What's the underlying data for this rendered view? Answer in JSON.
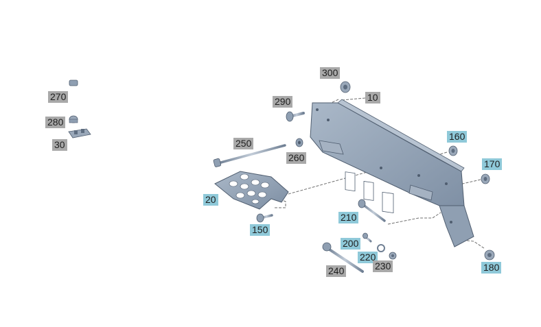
{
  "colors": {
    "gray_label": "#a9a9a9",
    "blue_label": "#8fc9d9",
    "part_fill": "#8f9fb2",
    "part_edge": "#4f5d6f",
    "leader_line": "#6e6e6e"
  },
  "callouts": [
    {
      "id": "c300",
      "text": "300",
      "style": "gray"
    },
    {
      "id": "c10",
      "text": "10",
      "style": "gray"
    },
    {
      "id": "c290",
      "text": "290",
      "style": "gray"
    },
    {
      "id": "c270",
      "text": "270",
      "style": "gray"
    },
    {
      "id": "c280",
      "text": "280",
      "style": "gray"
    },
    {
      "id": "c30",
      "text": "30",
      "style": "gray"
    },
    {
      "id": "c250",
      "text": "250",
      "style": "gray"
    },
    {
      "id": "c260",
      "text": "260",
      "style": "gray"
    },
    {
      "id": "c160",
      "text": "160",
      "style": "blue"
    },
    {
      "id": "c170",
      "text": "170",
      "style": "blue"
    },
    {
      "id": "c20",
      "text": "20",
      "style": "blue"
    },
    {
      "id": "c150",
      "text": "150",
      "style": "blue"
    },
    {
      "id": "c210",
      "text": "210",
      "style": "blue"
    },
    {
      "id": "c200",
      "text": "200",
      "style": "blue"
    },
    {
      "id": "c220",
      "text": "220",
      "style": "blue"
    },
    {
      "id": "c230",
      "text": "230",
      "style": "gray"
    },
    {
      "id": "c240",
      "text": "240",
      "style": "gray"
    },
    {
      "id": "c180",
      "text": "180",
      "style": "blue"
    }
  ]
}
